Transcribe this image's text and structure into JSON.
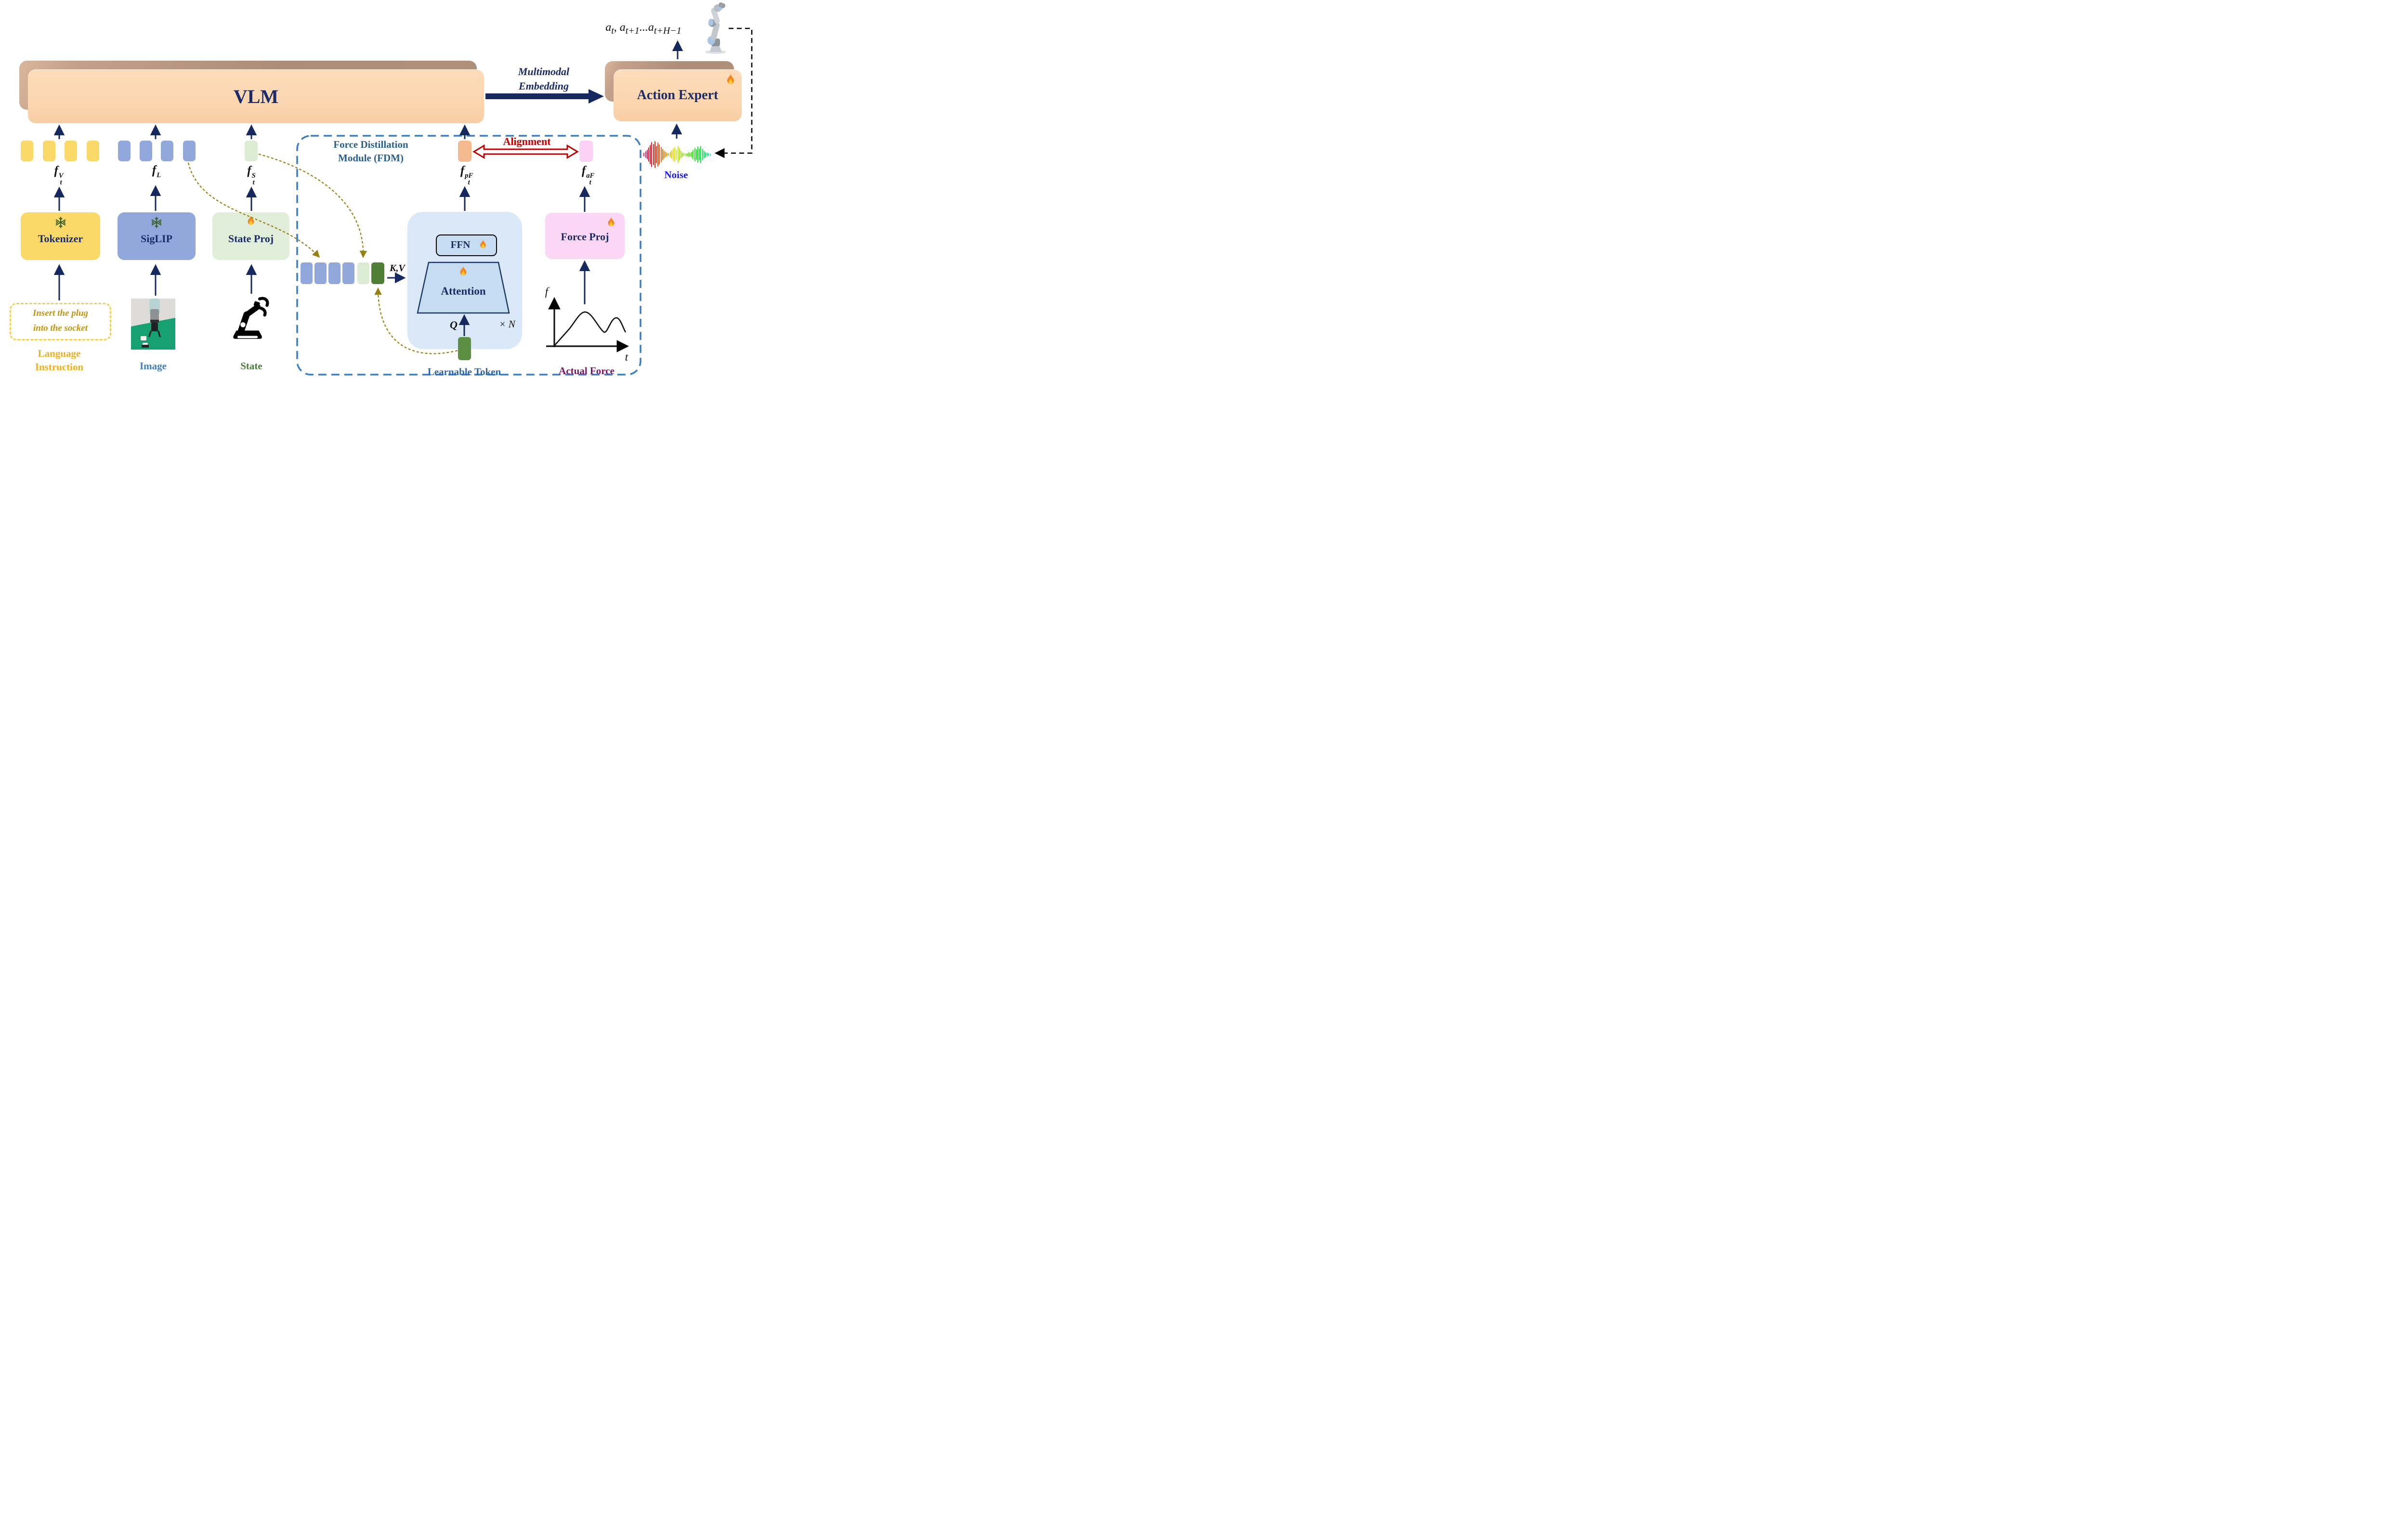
{
  "vlm": {
    "label": "VLM"
  },
  "multimodal_embedding": {
    "line1": "Multimodal",
    "line2": "Embedding"
  },
  "action_expert": {
    "label": "Action Expert"
  },
  "output_formula": {
    "segments": [
      {
        "text": "a",
        "sub": "t"
      },
      {
        "text": ", "
      },
      {
        "text": "a",
        "sub": "t+1"
      },
      {
        "text": "..."
      },
      {
        "text": "a",
        "sub": "t+H−1"
      }
    ]
  },
  "noise": {
    "label": "Noise",
    "hue_start": 335,
    "hue_span": 185,
    "bar_heights": [
      8,
      14,
      20,
      30,
      40,
      52,
      44,
      56,
      36,
      50,
      42,
      32,
      24,
      16,
      12,
      8,
      6,
      12,
      18,
      26,
      32,
      22,
      36,
      26,
      16,
      9,
      6,
      5,
      7,
      10,
      8,
      12,
      20,
      28,
      22,
      34,
      26,
      36,
      24,
      16,
      11,
      8,
      6,
      5
    ]
  },
  "alignment": {
    "label": "Alignment"
  },
  "fdm": {
    "title": {
      "line1": "Force Distillation",
      "line2": "Module (FDM)"
    },
    "kv_label": "K,V",
    "q_label": "Q",
    "repeat_label": "× N",
    "ffn": {
      "label": "FFN"
    },
    "attention": {
      "label": "Attention"
    },
    "learnable_token": {
      "label": "Learnable Token"
    }
  },
  "feature_labels": {
    "visual": {
      "base": "f",
      "sup": "V",
      "sub": "t"
    },
    "language": {
      "base": "f",
      "sup": "L",
      "sub": ""
    },
    "state": {
      "base": "f",
      "sup": "S",
      "sub": "t"
    },
    "predicted_force": {
      "base": "f",
      "sup": "pF",
      "sub": "t"
    },
    "actual_force": {
      "base": "f",
      "sup": "aF",
      "sub": "t"
    }
  },
  "encoders": {
    "tokenizer": {
      "label": "Tokenizer"
    },
    "siglip": {
      "label": "SigLIP"
    },
    "state_proj": {
      "label": "State Proj"
    },
    "force_proj": {
      "label": "Force Proj"
    }
  },
  "inputs": {
    "language": {
      "instruction": {
        "line1": "Insert the plug",
        "line2": "into the socket"
      },
      "label": {
        "line1": "Language",
        "line2": "Instruction"
      }
    },
    "image": {
      "label": "Image"
    },
    "state": {
      "label": "State"
    },
    "actual_force": {
      "label": "Actual Force",
      "y_axis": "f",
      "x_axis": "t"
    }
  },
  "icons": {
    "frozen": "snowflake",
    "trainable": "flame",
    "output_robot": "robot-arm",
    "state_input": "robot-arm-pictogram",
    "noise_wave": "audio-waveform"
  },
  "colors": {
    "navy": "#1b2b69",
    "peach_front": "#fbd5ae",
    "tan_top": "#b09079",
    "fdm_border": "#3b7fc0",
    "fdm_title": "#27608f",
    "learnable_label": "#2f66a5",
    "alignment_red": "#c00000",
    "gold_label": "#f2ae1b",
    "instruction_gold": "#c6950e",
    "image_blue": "#3e7ec0",
    "state_green": "#4c7e3c",
    "actual_force_purple": "#7a1566",
    "noise_blue": "#1717ee",
    "token_yellow": "#fbd969",
    "token_blue": "#92a8dc",
    "token_lightgreen": "#dcebd4",
    "token_darkgreen": "#4e7f35",
    "token_orange": "#f4b98e",
    "token_pink": "#fbd2f6",
    "dashed_olive": "#96800f",
    "attention_bg": "#dbe8f7",
    "attention_fill": "#c6dcf1"
  }
}
